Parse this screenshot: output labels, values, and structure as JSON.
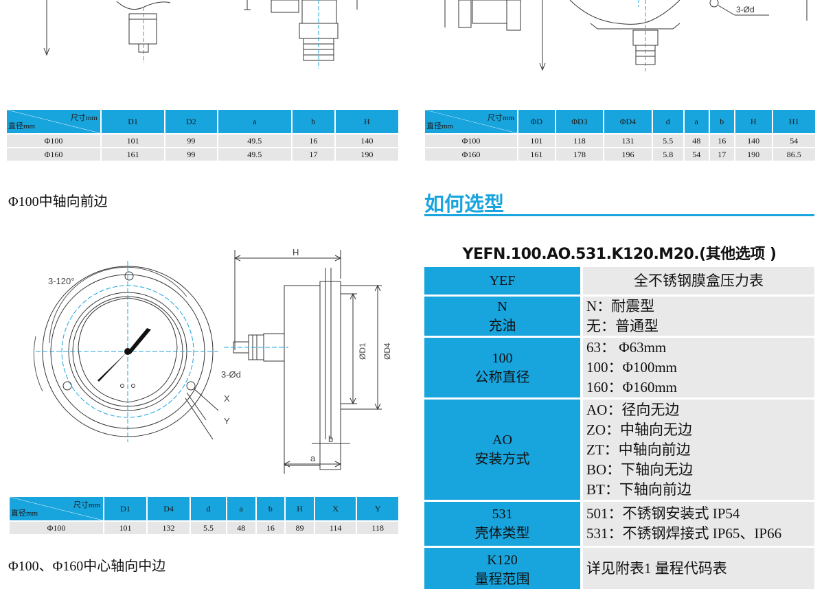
{
  "table_top_left": {
    "corner_top": "尺寸mm",
    "corner_bottom": "直径mm",
    "headers": [
      "D1",
      "D2",
      "a",
      "b",
      "H"
    ],
    "rows": [
      [
        "Φ100",
        "101",
        "99",
        "49.5",
        "16",
        "140"
      ],
      [
        "Φ160",
        "161",
        "99",
        "49.5",
        "17",
        "190"
      ]
    ]
  },
  "table_top_right": {
    "corner_top": "尺寸mm",
    "corner_bottom": "直径mm",
    "headers": [
      "ΦD",
      "ΦD3",
      "ΦD4",
      "d",
      "a",
      "b",
      "H",
      "H1"
    ],
    "rows": [
      [
        "Φ100",
        "101",
        "118",
        "131",
        "5.5",
        "48",
        "16",
        "140",
        "54"
      ],
      [
        "Φ160",
        "161",
        "178",
        "196",
        "5.8",
        "54",
        "17",
        "190",
        "86.5"
      ]
    ]
  },
  "table_bottom_left": {
    "corner_top": "尺寸mm",
    "corner_bottom": "直径mm",
    "headers": [
      "D1",
      "D4",
      "d",
      "a",
      "b",
      "H",
      "X",
      "Y"
    ],
    "rows": [
      [
        "Φ100",
        "101",
        "132",
        "5.5",
        "48",
        "16",
        "89",
        "114",
        "118"
      ]
    ]
  },
  "captions": {
    "front_axial": "Φ100中轴向前边",
    "center_axial": "Φ100、Φ160中心轴向中边"
  },
  "drawing_labels": {
    "top_right_holes": "3-Ød",
    "bolt_angle": "3-120°",
    "holes": "3-Ød",
    "x": "X",
    "y": "Y",
    "h": "H",
    "d1": "ØD1",
    "d4": "ØD4",
    "b": "b",
    "a": "a"
  },
  "selection": {
    "heading": "如何选型",
    "model_code": "YEFN.100.AO.531.K120.M20.(其他选项 )",
    "rows": [
      {
        "key": [
          "YEF"
        ],
        "values": [
          "全不锈钢膜盒压力表"
        ]
      },
      {
        "key": [
          "N",
          "充油"
        ],
        "values": [
          "N：耐震型",
          "无：普通型"
        ]
      },
      {
        "key": [
          "100",
          "公称直径"
        ],
        "values": [
          "63：  Φ63mm",
          "100：Φ100mm",
          "160：Φ160mm"
        ]
      },
      {
        "key": [
          "AO",
          "安装方式"
        ],
        "values": [
          "AO：径向无边",
          "ZO：中轴向无边",
          "ZT：中轴向前边",
          "BO：下轴向无边",
          "BT：下轴向前边"
        ]
      },
      {
        "key": [
          "531",
          "壳体类型"
        ],
        "values": [
          "501：不锈钢安装式 IP54",
          "531：不锈钢焊接式 IP65、IP66"
        ]
      },
      {
        "key": [
          "K120",
          "量程范围"
        ],
        "values": [
          "详见附表1 量程代码表"
        ]
      }
    ]
  }
}
